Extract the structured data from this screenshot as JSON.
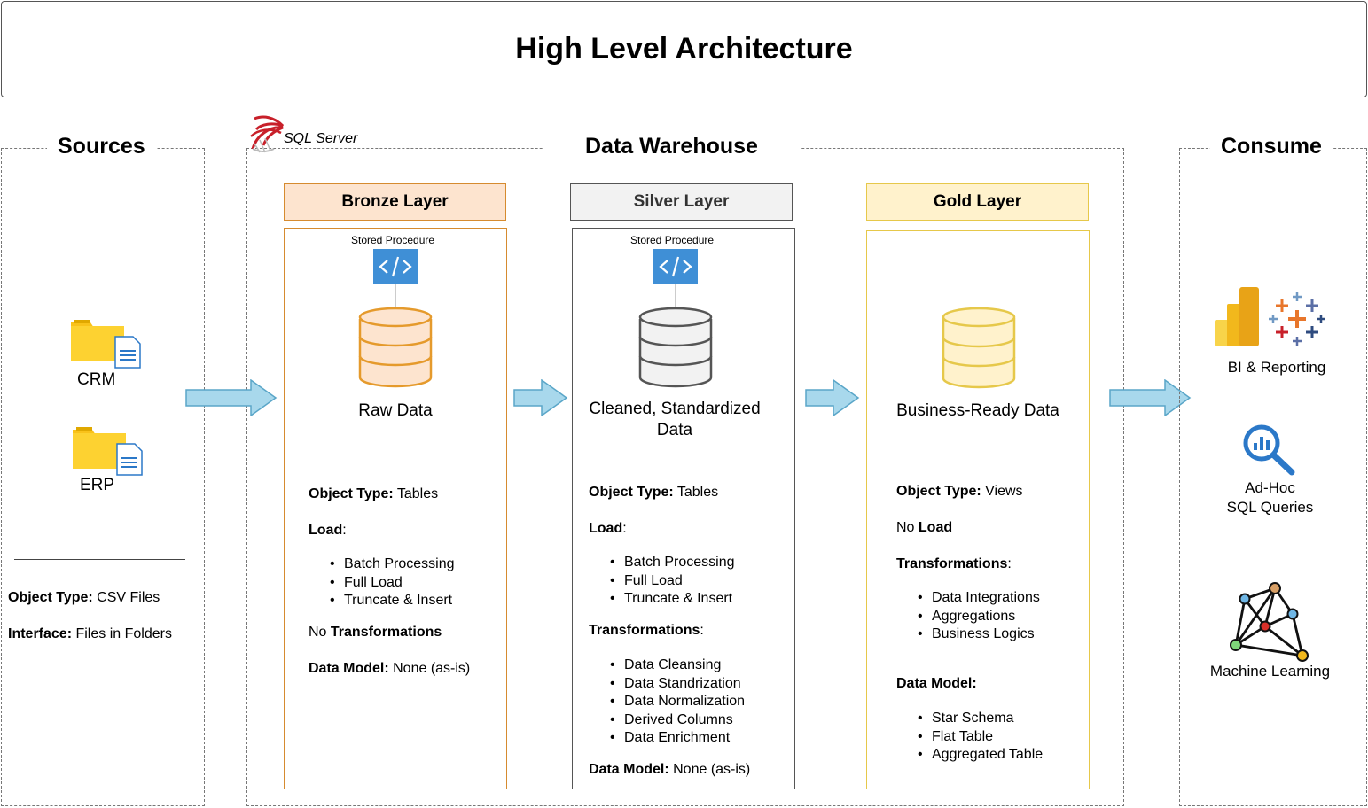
{
  "title": "High Level Architecture",
  "sources": {
    "title": "Sources",
    "items": [
      "CRM",
      "ERP"
    ],
    "object_type_label": "Object Type:",
    "object_type_value": " CSV Files",
    "interface_label": "Interface:",
    "interface_value": " Files in Folders"
  },
  "warehouse": {
    "title": "Data Warehouse",
    "platform": "SQL Server"
  },
  "bronze": {
    "header": "Bronze Layer",
    "stored_procedure": "Stored Procedure",
    "data_label": "Raw Data",
    "object_type_label": "Object Type:",
    "object_type_value": " Tables",
    "load_label": "Load",
    "load_items": [
      "Batch Processing",
      "Full Load",
      "Truncate & Insert"
    ],
    "transform_prefix": "No ",
    "transform_label": "Transformations",
    "model_label": "Data Model:",
    "model_value": " None (as-is)"
  },
  "silver": {
    "header": "Silver Layer",
    "stored_procedure": "Stored Procedure",
    "data_label_1": "Cleaned, Standardized",
    "data_label_2": "Data",
    "object_type_label": "Object Type:",
    "object_type_value": " Tables",
    "load_label": "Load",
    "load_items": [
      "Batch Processing",
      "Full Load",
      "Truncate & Insert"
    ],
    "transform_label": "Transformations",
    "transform_items": [
      "Data Cleansing",
      "Data Standrization",
      "Data Normalization",
      "Derived Columns",
      "Data Enrichment"
    ],
    "model_label": "Data Model:",
    "model_value": " None (as-is)"
  },
  "gold": {
    "header": "Gold Layer",
    "data_label": "Business-Ready Data",
    "object_type_label": "Object Type:",
    "object_type_value": " Views",
    "load_prefix": "No ",
    "load_label": "Load",
    "transform_label": "Transformations",
    "transform_items": [
      "Data Integrations",
      "Aggregations",
      "Business Logics"
    ],
    "model_label": "Data Model:",
    "model_items": [
      "Star Schema",
      "Flat Table",
      "Aggregated Table"
    ]
  },
  "consume": {
    "title": "Consume",
    "bi": "BI & Reporting",
    "adhoc_1": "Ad-Hoc",
    "adhoc_2": "SQL Queries",
    "ml": "Machine Learning"
  },
  "colors": {
    "bronze_fill": "#fde4cf",
    "bronze_border": "#d68b2f",
    "silver_fill": "#f2f2f2",
    "silver_border": "#555555",
    "gold_fill": "#fff2cc",
    "gold_border": "#e6c84a",
    "arrow_fill": "#a8d8ec",
    "arrow_border": "#5aa6c8",
    "sp_icon": "#3f8fd6"
  }
}
